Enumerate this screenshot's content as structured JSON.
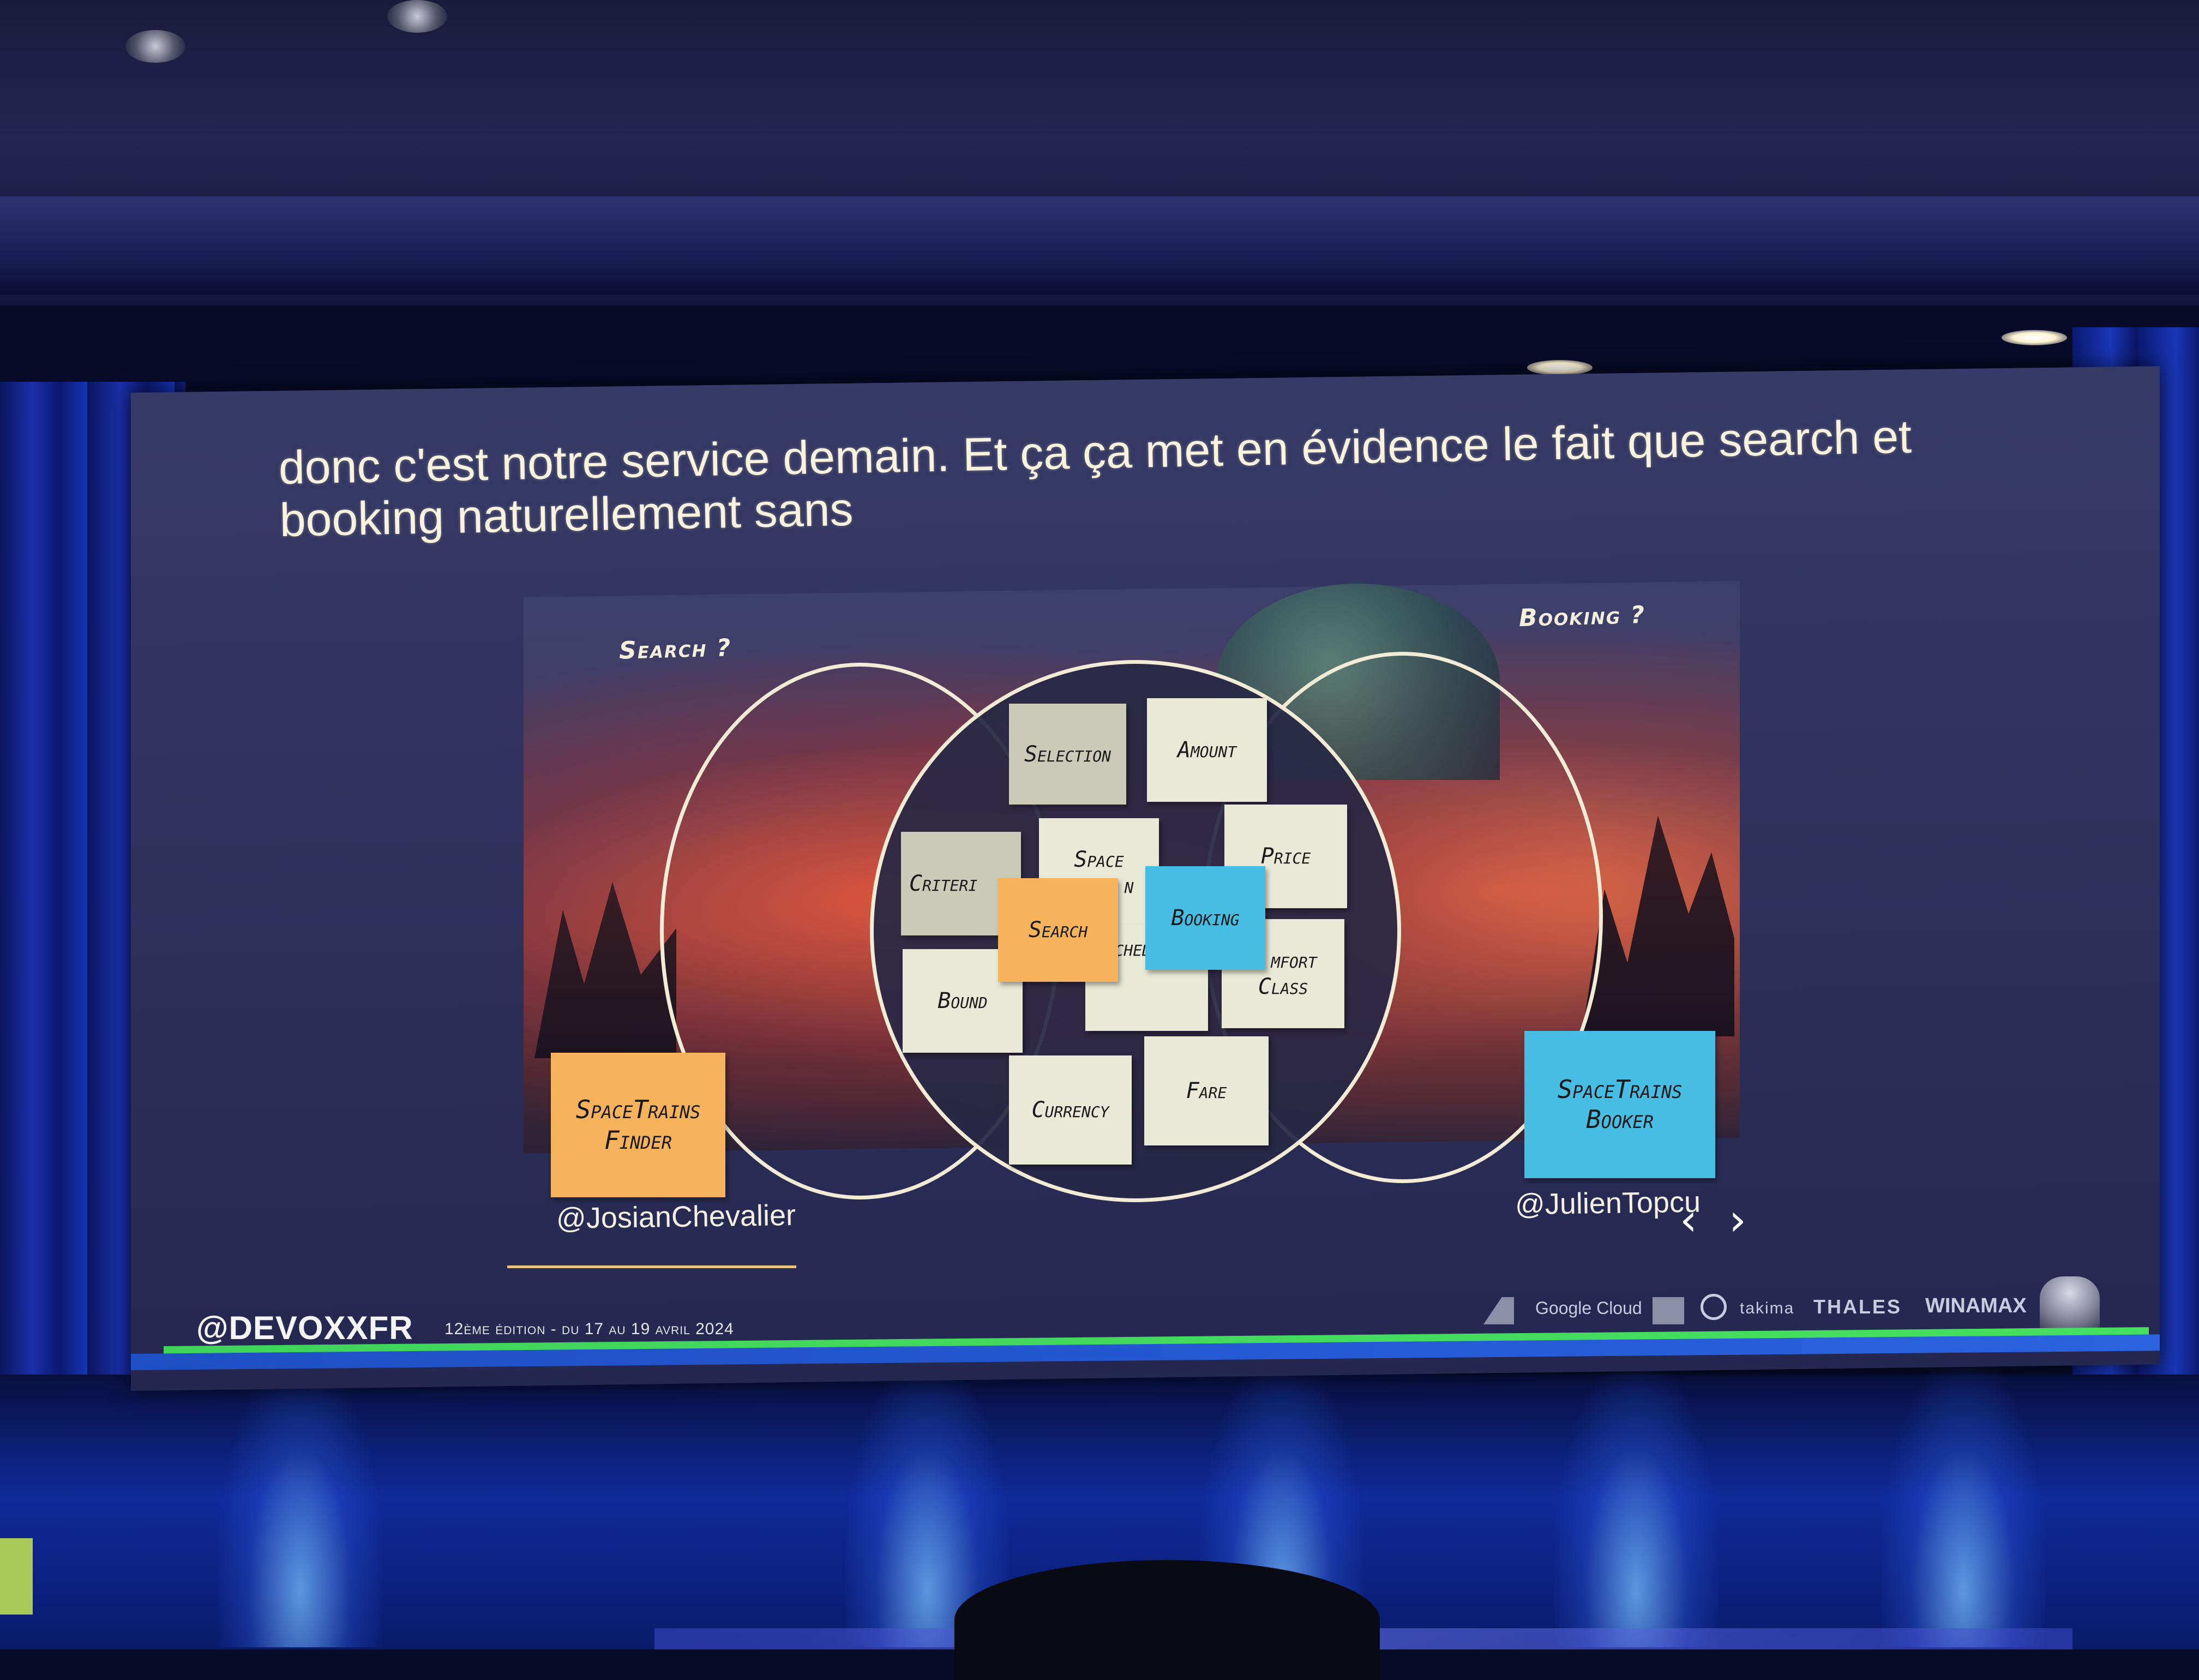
{
  "slide": {
    "caption_line1": "donc c'est notre service demain. Et ça ça met en évidence le fait que search et",
    "caption_line2": "booking naturellement sans"
  },
  "diagram": {
    "label_left": "Search ?",
    "label_right": "Booking ?",
    "stickies": {
      "selection": "Selection",
      "amount": "Amount",
      "space_top": "Space",
      "space_bottom": "n",
      "price": "Price",
      "criteria": "Criteri",
      "search": "Search",
      "booking": "Booking",
      "comfort": "mfort",
      "class": "Class",
      "bound": "Bound",
      "schedule": "chedule",
      "currency": "Currency",
      "fare": "Fare",
      "finder_line1": "SpaceTrains",
      "finder_line2": "Finder",
      "booker_line1": "SpaceTrains",
      "booker_line2": "Booker"
    },
    "handle_left": "@JosianChevalier",
    "handle_right": "@JulienTopcu"
  },
  "footer": {
    "brand": "@DEVOXXFR",
    "edition": "12ème édition - du 17 au 19 avril 2024",
    "sponsors": {
      "google": "Google Cloud",
      "takima": "takima",
      "thales": "THALES",
      "winamax": "WINAMAX"
    }
  },
  "icons": [
    "chevron-left-icon",
    "chevron-right-icon",
    "axa-logo-icon",
    "spiral-logo-icon",
    "square-logo-icon",
    "astronaut-mascot-icon",
    "ceiling-light-icon",
    "spotlight-icon"
  ]
}
